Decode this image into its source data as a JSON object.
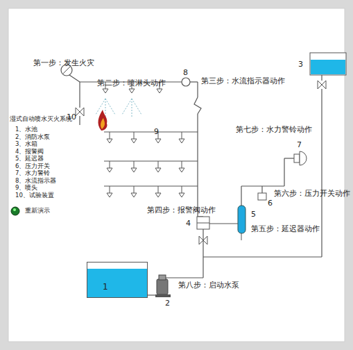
{
  "diagram": {
    "nodes": [
      {
        "text": [
          "1"
        ]
      }
    ],
    "labels": [
      "第一步：发生火灾",
      "第二步：喷淋头动作",
      "8",
      "第三步：水流指示器动作",
      "3",
      "10",
      "9",
      "湿式自动喷水灭火系统",
      "1、水池",
      "2、消防水泵",
      "3、水箱",
      "4、报警阀",
      "5、延迟器",
      "6、压力开关",
      "7、水力警铃",
      "8、水流指示器",
      "9、喷头",
      "10、试验装置",
      "重新演示",
      "第七步：水力警铃动作",
      "7",
      "6",
      "第六步：压力开关动作",
      "第四步：报警阀动作",
      "4",
      "5",
      "第五步：延迟器动作",
      "第八步：启动水泵",
      "2"
    ]
  }
}
